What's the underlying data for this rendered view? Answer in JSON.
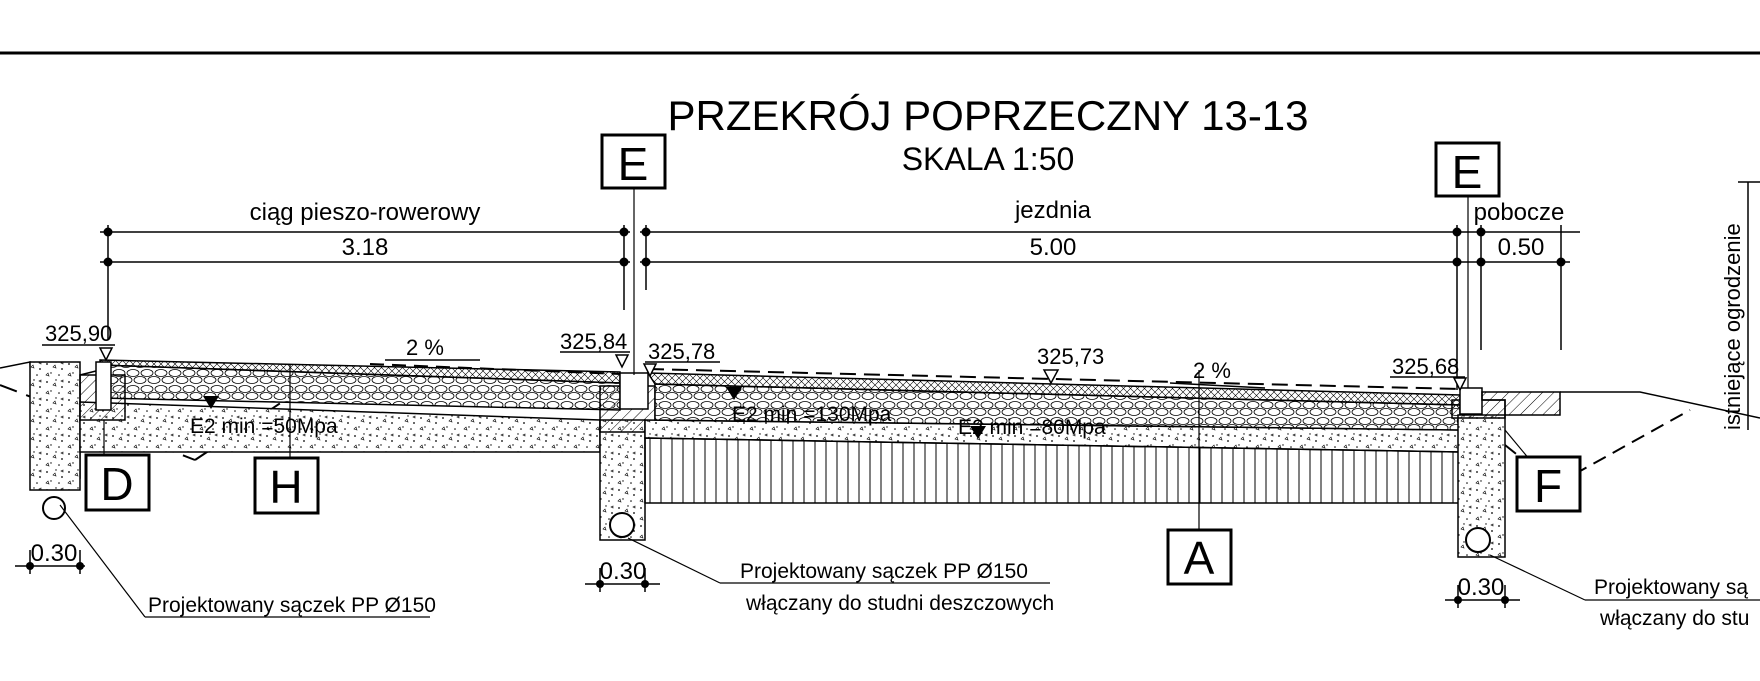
{
  "drawing": {
    "title": "PRZEKRÓJ POPRZECZNY 13-13",
    "scale": "SKALA 1:50",
    "sections": {
      "path": "ciąg pieszo-rowerowy",
      "road": "jezdnia",
      "shoulder": "pobocze"
    },
    "dimensions": {
      "path_width": "3.18",
      "road_width": "5.00",
      "shoulder_width": "0.50",
      "drain_left": "0.30",
      "drain_middle": "0.30",
      "drain_right": "0.30"
    },
    "elevations": {
      "e1": "325,90",
      "e2": "325,84",
      "e3": "325,78",
      "e4": "325,73",
      "e5": "325,68"
    },
    "slopes": {
      "path": "2 %",
      "road": "2 %"
    },
    "moduli": {
      "path": "E2 min =50Mpa",
      "road_upper": "E2 min =130Mpa",
      "road_lower": "E2 min =80Mpa"
    },
    "markers": {
      "d": "D",
      "h": "H",
      "e_left": "E",
      "e_right": "E",
      "a": "A",
      "f": "F"
    },
    "notes": {
      "drain_left": "Projektowany sączek PP Ø150",
      "drain_middle_1": "Projektowany sączek PP Ø150",
      "drain_middle_2": "włączany do studni deszczowych",
      "drain_right_1": "Projektowany są",
      "drain_right_2": "włączany do stu"
    },
    "side_label": "istniejące ogrodzenie"
  }
}
